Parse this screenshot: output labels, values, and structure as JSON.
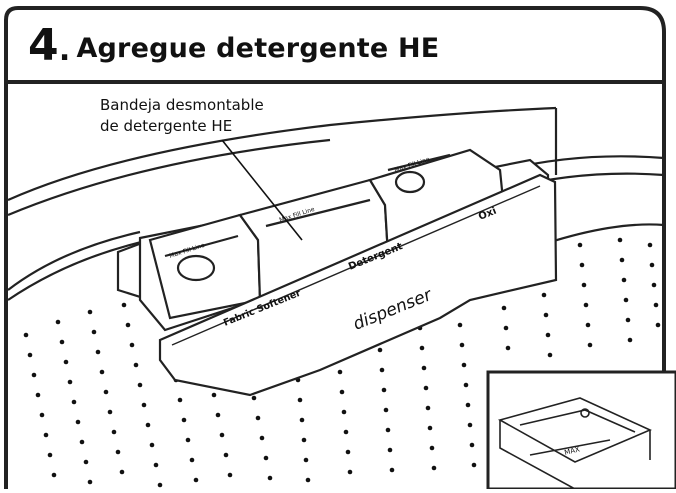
{
  "step": {
    "number": "4",
    "title": "Agregue detergente HE"
  },
  "callout": {
    "line1": "Bandeja desmontable",
    "line2": "de detergente HE"
  },
  "dispenser": {
    "front_label": "dispenser",
    "compartment_fabric": "Fabric Softener",
    "compartment_detergent": "Detergent",
    "compartment_oxi": "Oxi",
    "max_fill": "Max Fill Line"
  },
  "inset": {
    "max_label": "MAX"
  }
}
